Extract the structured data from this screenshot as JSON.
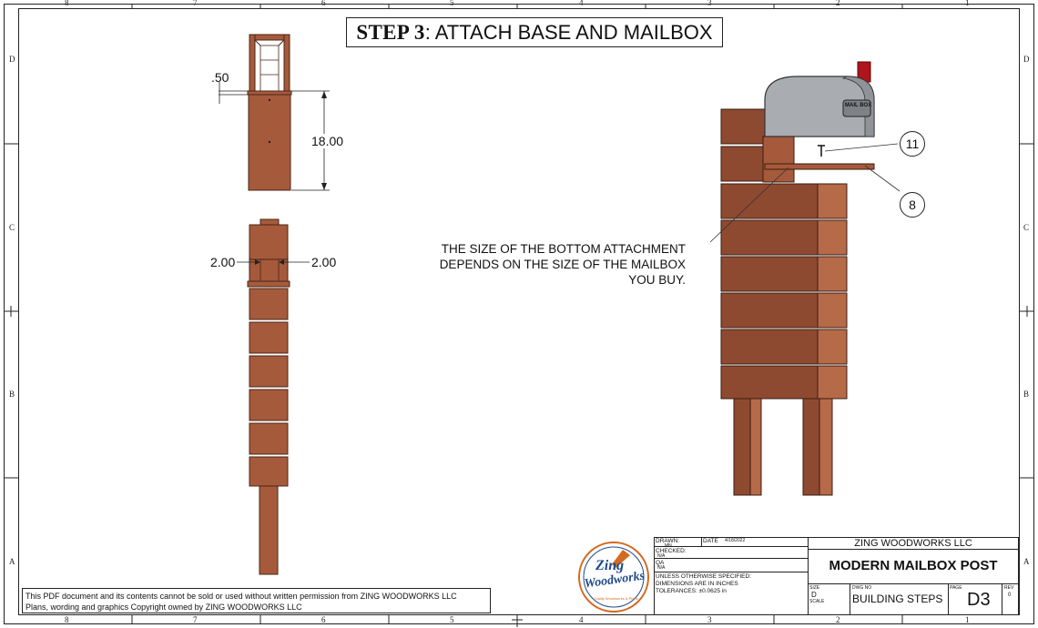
{
  "title": {
    "step": "STEP 3",
    "rest": ": ATTACH BASE AND MAILBOX"
  },
  "zones": {
    "top": [
      "8",
      "7",
      "6",
      "5",
      "4",
      "3",
      "2",
      "1"
    ],
    "side": [
      "D",
      "C",
      "B",
      "A"
    ]
  },
  "dimensions": {
    "top_thickness": ".50",
    "height": "18.00",
    "left_offset": "2.00",
    "right_offset": "2.00"
  },
  "callouts": [
    "11",
    "8"
  ],
  "mailbox_label": "MAIL BOX",
  "note": "THE SIZE OF THE BOTTOM ATTACHMENT\nDEPENDS ON THE SIZE OF THE MAILBOX\nYOU BUY.",
  "title_block": {
    "drawn_label": "DRAWN:",
    "drawn_value": "MN",
    "date_label": "DATE",
    "date_value": "4/18/2022",
    "checked_label": "CHECKED:",
    "checked_value": "N/A",
    "qa_label": "QA",
    "qa_value": "N/A",
    "spec_lines": [
      "UNLESS OTHERWISE SPECIFIED:",
      "DIMENSIONS ARE IN INCHES",
      "TOLERANCES: ±0.0625 in"
    ],
    "company": "ZING WOODWORKS LLC",
    "product": "MODERN MAILBOX POST",
    "size_label": "SIZE",
    "size_value": "D",
    "scale_label": "SCALE",
    "dwg_label": "DWG NO",
    "dwg_value": "BUILDING STEPS",
    "page_label": "PAGE",
    "page_value": "D3",
    "rev_label": "REV",
    "rev_value": "0"
  },
  "logo": {
    "line1": "Zing",
    "line2": "Woodworks",
    "tagline": "Quality Woodworks & Plans"
  },
  "copyright": [
    "This PDF document and its contents cannot be sold or used without written permission from ZING WOODWORKS LLC",
    "Plans, wording and graphics Copyright owned by ZING WOODWORKS LLC"
  ],
  "colors": {
    "wood": "#a65a3c",
    "wood_dark": "#7a3e26",
    "mailbox": "#a9adb1",
    "flag": "#b0141c"
  }
}
